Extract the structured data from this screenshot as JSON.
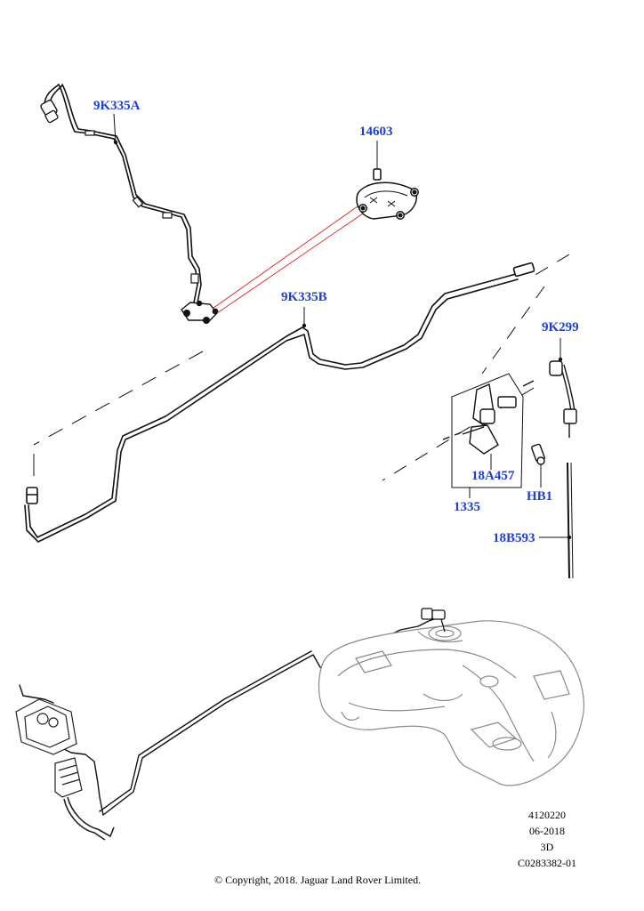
{
  "callouts": {
    "p_9k335a": "9K335A",
    "p_14603": "14603",
    "p_9k335b": "9K335B",
    "p_9k299": "9K299",
    "p_18a457": "18A457",
    "p_1335": "1335",
    "p_hb1": "HB1",
    "p_18b593": "18B593"
  },
  "meta": {
    "code": "4120220",
    "date": "06-2018",
    "view": "3D",
    "ref": "C0283382-01"
  },
  "copyright": "© Copyright, 2018. Jaguar Land Rover Limited.",
  "colors": {
    "callout": "#1c3fd8",
    "leader_red": "#e02020",
    "line": "#111111",
    "tank_line": "#888888"
  }
}
